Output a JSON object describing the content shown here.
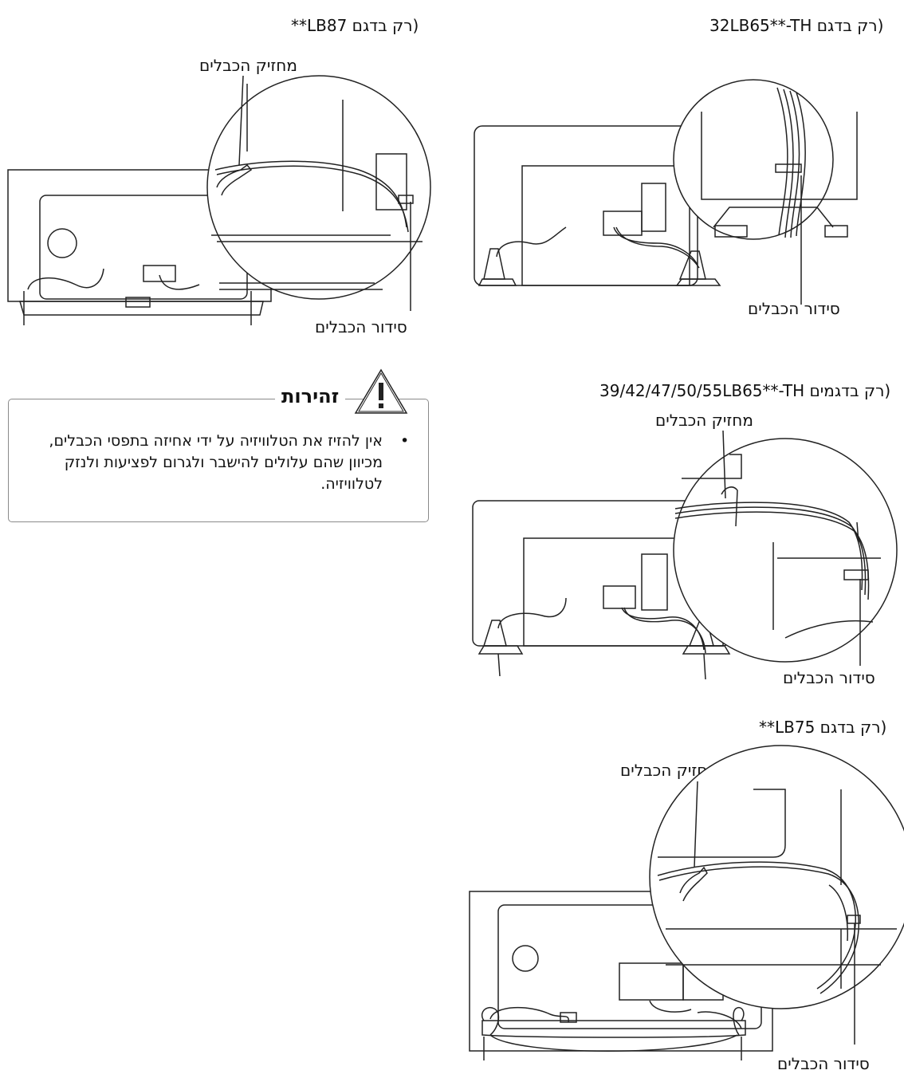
{
  "labels": {
    "model_32lb65": "(רק בדגם 32LB65**-TH",
    "model_lb87": "(רק בדגם LB87**",
    "model_39_55lb65": "(רק בדגמים 39/42/47/50/55LB65**-TH",
    "model_lb75": "(רק בדגם LB75**",
    "cable_holder": "מחזיק הכבלים",
    "cable_management": "סידור הכבלים"
  },
  "caution": {
    "title": "זהירות",
    "bullet": "•",
    "text": "אין להזיז את הטלוויזיה על ידי אחיזה בתפסי הכבלים, מכיוון שהם עלולים להישבר ולגרום לפציעות ולנזק לטלוויזיה.",
    "icon": "warning-triangle-icon"
  }
}
